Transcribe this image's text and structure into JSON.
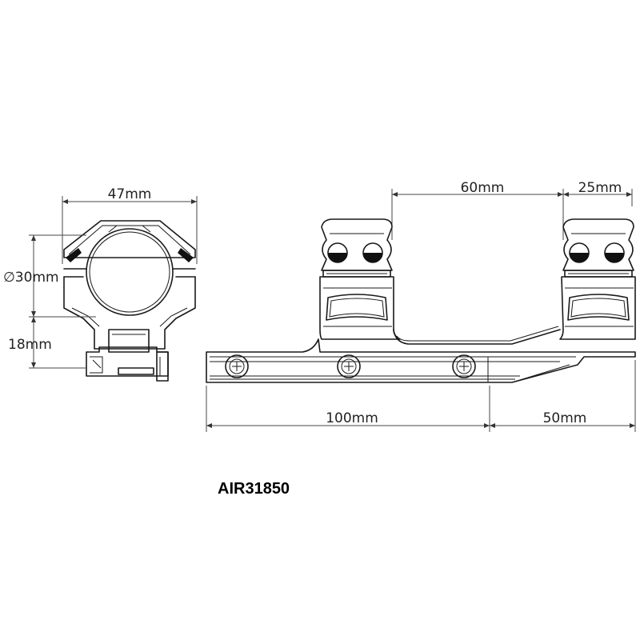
{
  "dimensions": {
    "ring_width": "47mm",
    "ring_diameter": "∅30mm",
    "center_height": "18mm",
    "ring_spacing": "60mm",
    "ring_offset": "25mm",
    "base_length": "100mm",
    "cantilever": "50mm"
  },
  "model_code": "AIR31850"
}
